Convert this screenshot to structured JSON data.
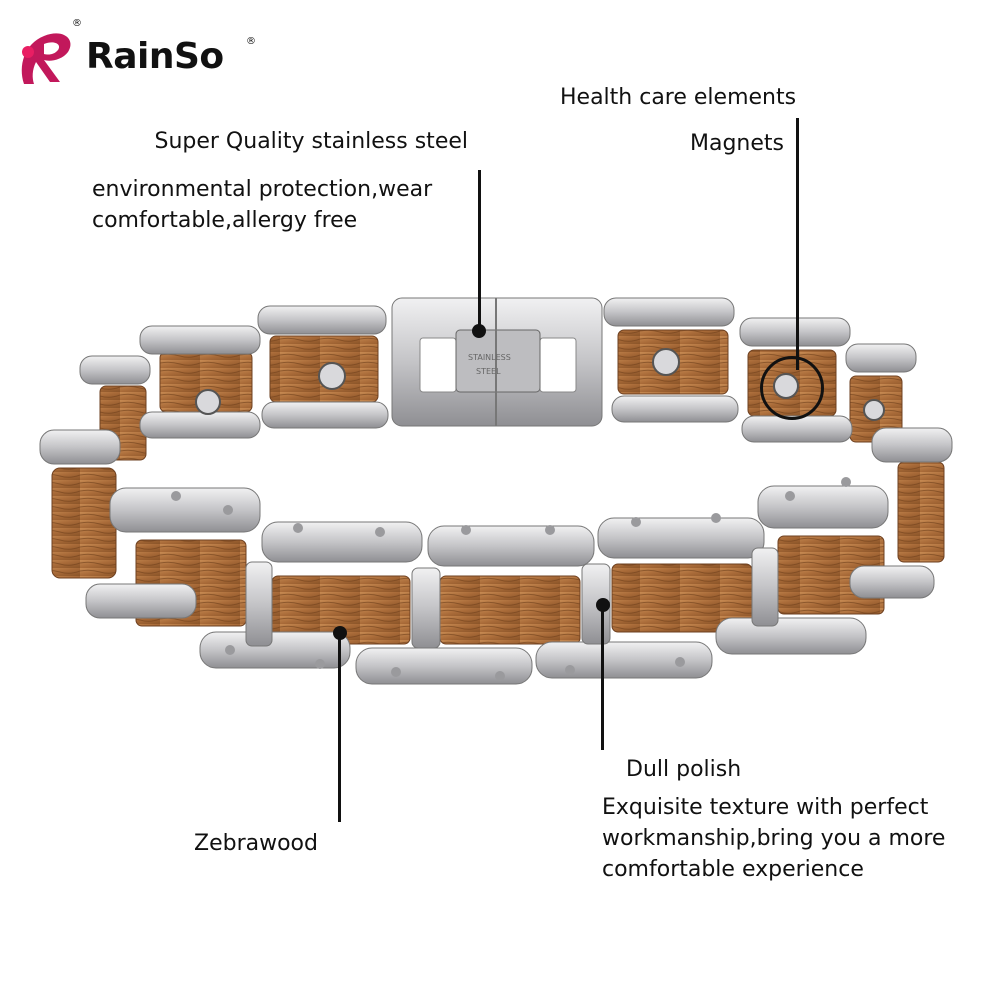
{
  "brand": {
    "name": "RainSo",
    "registered_mark": "®",
    "logo_color": "#c2185b"
  },
  "callouts": {
    "quality": {
      "title": "Super Quality stainless steel",
      "description": [
        "environmental protection,wear",
        "comfortable,allergy free"
      ]
    },
    "health": {
      "title": "Health care elements",
      "description": [
        "Magnets"
      ]
    },
    "polish": {
      "title": "Dull polish",
      "description": [
        "Exquisite texture with perfect",
        "workmanship,bring you a more",
        "comfortable experience"
      ]
    },
    "wood": {
      "title": "Zebrawood",
      "description": []
    }
  },
  "clasp_engraving": [
    "STAINLESS",
    "STEEL"
  ],
  "colors": {
    "label_bg": "#d4d4d6",
    "steel": "#c9c9cc",
    "wood": "#b77a45"
  }
}
